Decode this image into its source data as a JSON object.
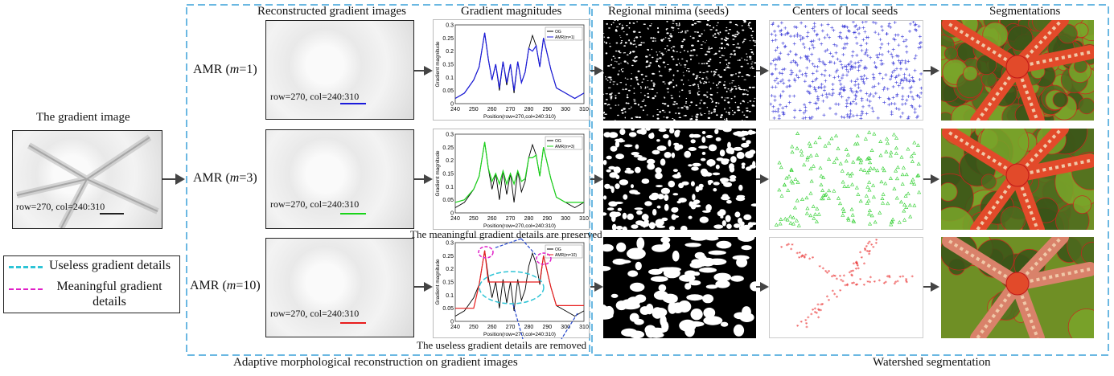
{
  "section_titles": {
    "left": "Adaptive morphological reconstruction on gradient images",
    "right": "Watershed segmentation"
  },
  "column_headers": {
    "reconstructed": "Reconstructed gradient images",
    "magnitudes": "Gradient magnitudes",
    "minima": "Regional minima (seeds)",
    "centers": "Centers of local seeds",
    "segmentations": "Segmentations"
  },
  "gradient_image": {
    "title": "The gradient image",
    "caption": "row=270, col=240:310"
  },
  "rows": [
    {
      "label_prefix": "AMR (",
      "label_var": "m",
      "label_suffix": "=1)",
      "caption": "row=270, col=240:310",
      "line_color": "#1a1adb",
      "seed_marker": "+"
    },
    {
      "label_prefix": "AMR (",
      "label_var": "m",
      "label_suffix": "=3)",
      "caption": "row=270, col=240:310",
      "line_color": "#19d419",
      "seed_marker": "triangle"
    },
    {
      "label_prefix": "AMR (",
      "label_var": "m",
      "label_suffix": "=10)",
      "caption": "row=270, col=240:310",
      "line_color": "#e81c1c",
      "seed_marker": "*"
    }
  ],
  "legend": {
    "useless": "Useless gradient details",
    "meaningful": "Meaningful gradient details",
    "useless_color": "#2ec4d6",
    "meaningful_color": "#e020c8"
  },
  "annotations": {
    "preserved": "The meaningful gradient details are preserved",
    "removed": "The useless gradient details are removed"
  },
  "chart_data": [
    {
      "type": "line",
      "x": [
        240,
        245,
        250,
        253,
        256,
        258,
        260,
        262,
        264,
        266,
        268,
        270,
        272,
        274,
        276,
        278,
        280,
        282,
        284,
        286,
        288,
        290,
        292,
        295,
        300,
        305,
        310
      ],
      "xlim": [
        240,
        310
      ],
      "ylim": [
        0,
        0.3
      ],
      "xticks": [
        "240",
        "250",
        "260",
        "270",
        "280",
        "290",
        "300",
        "310"
      ],
      "yticks": [
        "0",
        "0.05",
        "0.1",
        "0.15",
        "0.2",
        "0.25",
        "0.3"
      ],
      "xlabel": "Position(row=270,col=240:310)",
      "ylabel": "Gradient magnitude",
      "series": [
        {
          "name": "OG",
          "values": [
            0.02,
            0.04,
            0.09,
            0.14,
            0.27,
            0.17,
            0.09,
            0.15,
            0.05,
            0.16,
            0.07,
            0.15,
            0.04,
            0.16,
            0.08,
            0.12,
            0.21,
            0.26,
            0.22,
            0.14,
            0.25,
            0.19,
            0.13,
            0.06,
            0.04,
            0.02,
            0.04
          ]
        },
        {
          "name": "AMR(m=1)",
          "values": [
            0.02,
            0.04,
            0.09,
            0.14,
            0.27,
            0.17,
            0.09,
            0.15,
            0.06,
            0.16,
            0.08,
            0.15,
            0.05,
            0.16,
            0.08,
            0.12,
            0.21,
            0.2,
            0.22,
            0.14,
            0.25,
            0.19,
            0.13,
            0.06,
            0.04,
            0.02,
            0.04
          ]
        }
      ]
    },
    {
      "type": "line",
      "x": [
        240,
        245,
        250,
        253,
        256,
        258,
        260,
        262,
        264,
        266,
        268,
        270,
        272,
        274,
        276,
        278,
        280,
        282,
        284,
        286,
        288,
        290,
        292,
        295,
        300,
        305,
        310
      ],
      "xlim": [
        240,
        310
      ],
      "ylim": [
        0,
        0.3
      ],
      "xticks": [
        "240",
        "250",
        "260",
        "270",
        "280",
        "290",
        "300",
        "310"
      ],
      "yticks": [
        "0",
        "0.05",
        "0.1",
        "0.15",
        "0.2",
        "0.25",
        "0.3"
      ],
      "xlabel": "Position(row=270,col=240:310)",
      "ylabel": "Gradient magnitude",
      "series": [
        {
          "name": "OG",
          "values": [
            0.02,
            0.04,
            0.09,
            0.14,
            0.27,
            0.17,
            0.09,
            0.15,
            0.05,
            0.16,
            0.07,
            0.15,
            0.04,
            0.16,
            0.08,
            0.12,
            0.21,
            0.26,
            0.22,
            0.14,
            0.25,
            0.19,
            0.13,
            0.06,
            0.04,
            0.02,
            0.04
          ]
        },
        {
          "name": "AMR(m=3)",
          "values": [
            0.04,
            0.05,
            0.09,
            0.14,
            0.27,
            0.17,
            0.12,
            0.15,
            0.11,
            0.16,
            0.11,
            0.15,
            0.11,
            0.16,
            0.12,
            0.13,
            0.21,
            0.21,
            0.22,
            0.14,
            0.25,
            0.19,
            0.13,
            0.06,
            0.04,
            0.04,
            0.04
          ]
        }
      ]
    },
    {
      "type": "line",
      "x": [
        240,
        245,
        250,
        253,
        256,
        258,
        260,
        262,
        264,
        266,
        268,
        270,
        272,
        274,
        276,
        278,
        280,
        282,
        284,
        286,
        288,
        290,
        292,
        295,
        300,
        305,
        310
      ],
      "xlim": [
        240,
        310
      ],
      "ylim": [
        0,
        0.3
      ],
      "xticks": [
        "240",
        "250",
        "260",
        "270",
        "280",
        "290",
        "300",
        "310"
      ],
      "yticks": [
        "0",
        "0.05",
        "0.1",
        "0.15",
        "0.2",
        "0.25",
        "0.3"
      ],
      "xlabel": "Position(row=270,col=240:310)",
      "ylabel": "Gradient magnitude",
      "series": [
        {
          "name": "OG",
          "values": [
            0.02,
            0.04,
            0.09,
            0.14,
            0.27,
            0.17,
            0.09,
            0.15,
            0.05,
            0.16,
            0.07,
            0.15,
            0.04,
            0.16,
            0.08,
            0.12,
            0.21,
            0.26,
            0.22,
            0.14,
            0.25,
            0.19,
            0.13,
            0.06,
            0.04,
            0.02,
            0.04
          ]
        },
        {
          "name": "AMR(m=10)",
          "values": [
            0.05,
            0.05,
            0.05,
            0.14,
            0.27,
            0.15,
            0.15,
            0.15,
            0.15,
            0.15,
            0.15,
            0.15,
            0.15,
            0.15,
            0.15,
            0.15,
            0.15,
            0.15,
            0.15,
            0.15,
            0.25,
            0.19,
            0.13,
            0.06,
            0.06,
            0.06,
            0.06
          ]
        }
      ]
    }
  ]
}
